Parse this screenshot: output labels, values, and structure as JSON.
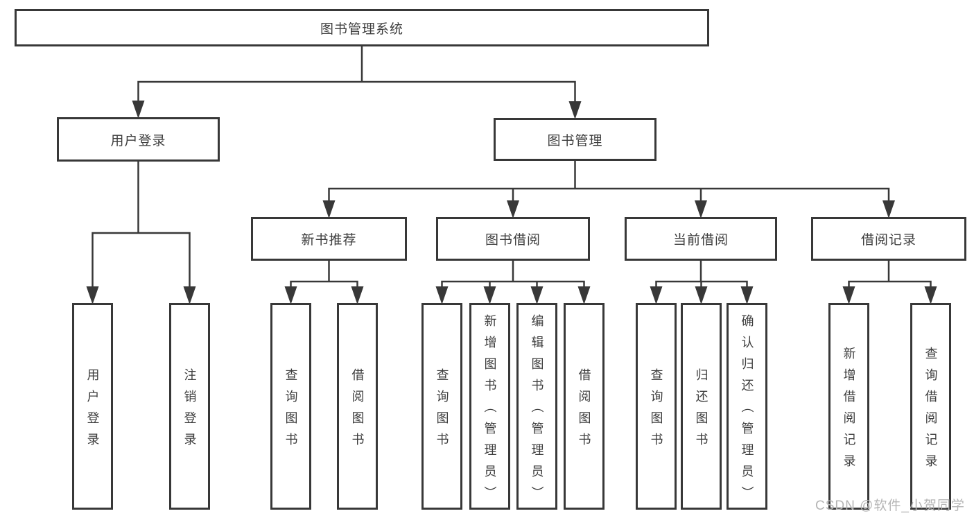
{
  "diagram": {
    "title": "图书管理系统",
    "watermark": "CSDN @软件_小贺同学",
    "colors": {
      "line": "#383838",
      "text": "#3d3d3d",
      "watermark": "#b5b5b5",
      "background": "#ffffff"
    },
    "nodes": {
      "root": {
        "label": "图书管理系统"
      },
      "user_login": {
        "label": "用户登录"
      },
      "book_mgmt": {
        "label": "图书管理"
      },
      "new_book_rec": {
        "label": "新书推荐"
      },
      "book_borrow": {
        "label": "图书借阅"
      },
      "current_borrow": {
        "label": "当前借阅"
      },
      "borrow_record": {
        "label": "借阅记录"
      },
      "leaf_user_login": {
        "label": "用户登录"
      },
      "leaf_logout": {
        "label": "注销登录"
      },
      "leaf_nbr_query": {
        "label": "查询图书"
      },
      "leaf_nbr_borrow": {
        "label": "借阅图书"
      },
      "leaf_bb_query": {
        "label": "查询图书"
      },
      "leaf_bb_add": {
        "label": "新增图书（管理员）"
      },
      "leaf_bb_edit": {
        "label": "编辑图书（管理员）"
      },
      "leaf_bb_borrow": {
        "label": "借阅图书"
      },
      "leaf_cb_query": {
        "label": "查询图书"
      },
      "leaf_cb_return": {
        "label": "归还图书"
      },
      "leaf_cb_confirm": {
        "label": "确认归还（管理员）"
      },
      "leaf_br_add": {
        "label": "新增借阅记录"
      },
      "leaf_br_query": {
        "label": "查询借阅记录"
      }
    },
    "edges": [
      {
        "from": "root",
        "to": [
          "user_login",
          "book_mgmt"
        ]
      },
      {
        "from": "user_login",
        "to": [
          "leaf_user_login",
          "leaf_logout"
        ]
      },
      {
        "from": "book_mgmt",
        "to": [
          "new_book_rec",
          "book_borrow",
          "current_borrow",
          "borrow_record"
        ]
      },
      {
        "from": "new_book_rec",
        "to": [
          "leaf_nbr_query",
          "leaf_nbr_borrow"
        ]
      },
      {
        "from": "book_borrow",
        "to": [
          "leaf_bb_query",
          "leaf_bb_add",
          "leaf_bb_edit",
          "leaf_bb_borrow"
        ]
      },
      {
        "from": "current_borrow",
        "to": [
          "leaf_cb_query",
          "leaf_cb_return",
          "leaf_cb_confirm"
        ]
      },
      {
        "from": "borrow_record",
        "to": [
          "leaf_br_add",
          "leaf_br_query"
        ]
      }
    ]
  }
}
